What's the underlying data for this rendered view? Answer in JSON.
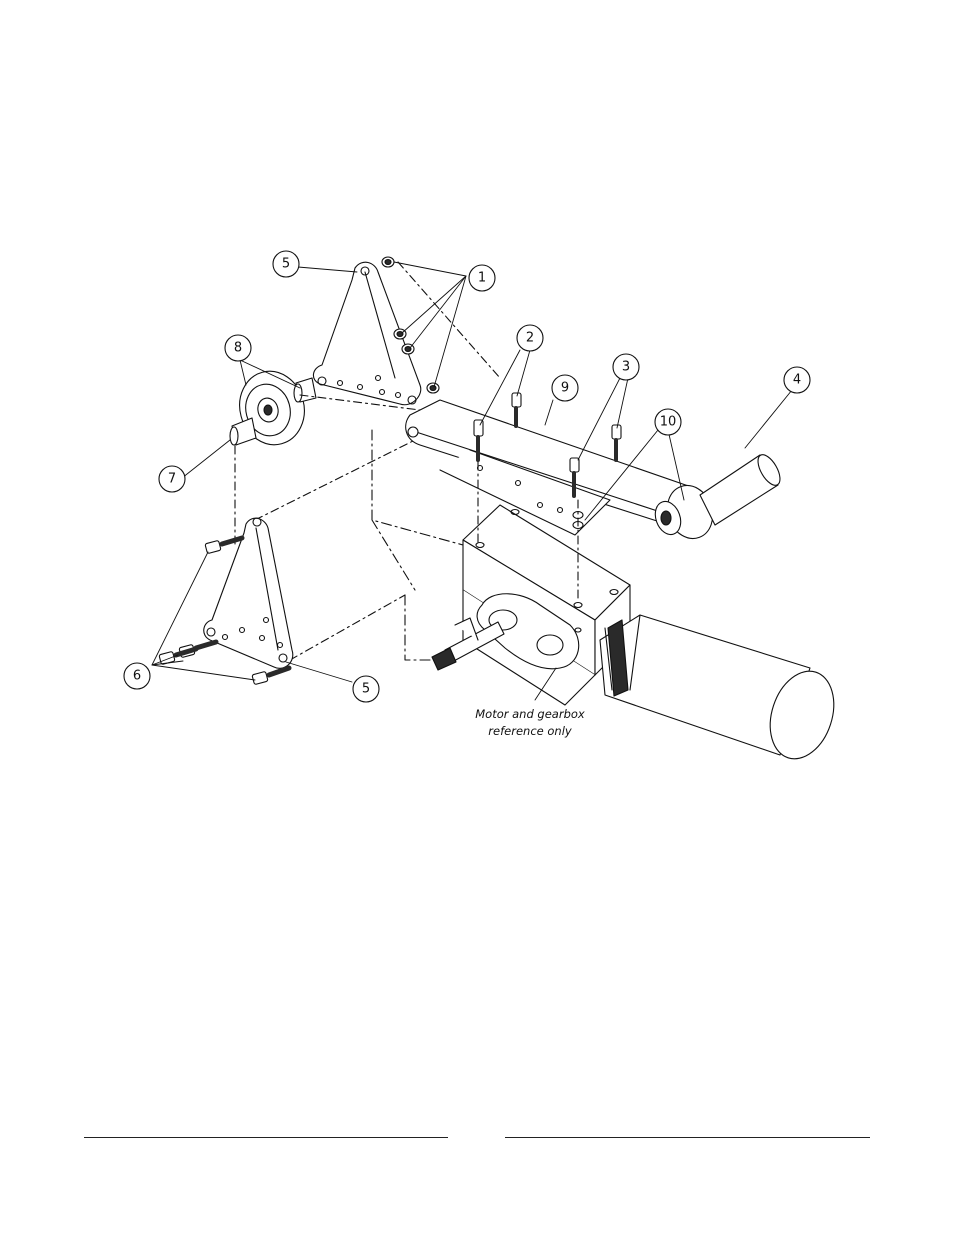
{
  "callouts": [
    "1",
    "2",
    "3",
    "4",
    "5",
    "6",
    "7",
    "8",
    "9",
    "10"
  ],
  "caption": {
    "line1": "Motor and gearbox",
    "line2": "reference only"
  },
  "colors": {
    "ink": "#111111",
    "fill": "#ffffff",
    "shade": "#2a2a2a"
  }
}
